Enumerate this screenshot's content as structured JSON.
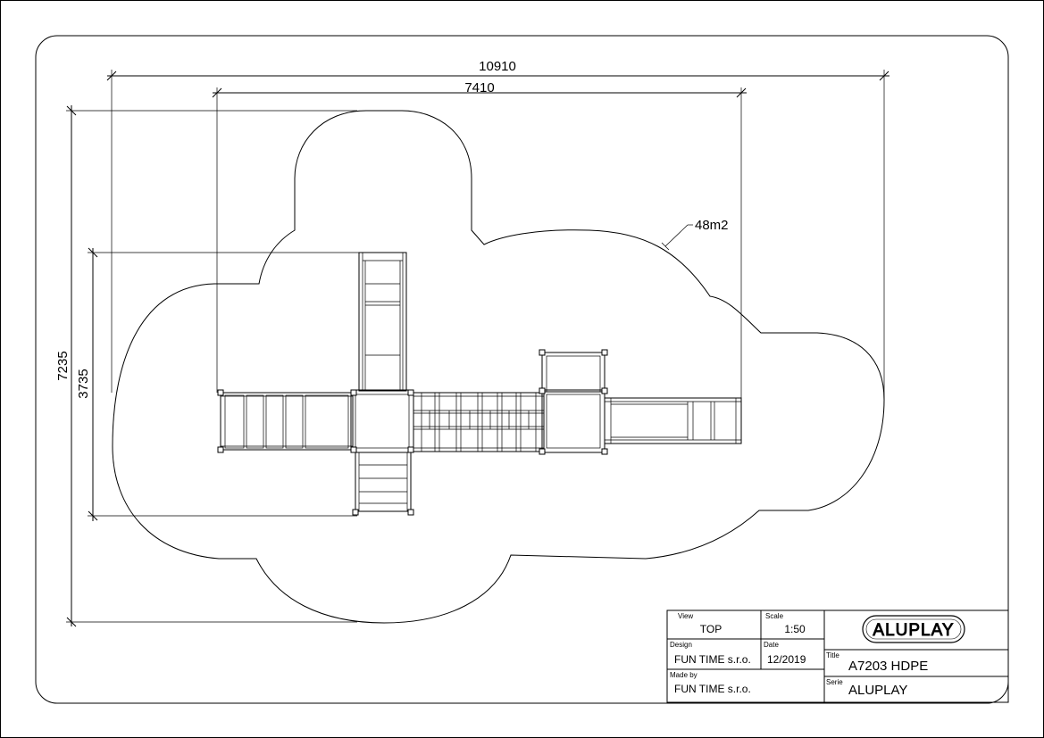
{
  "dimensions": {
    "overall_width": "10910",
    "structure_width": "7410",
    "overall_depth": "7235",
    "structure_depth": "3735",
    "safety_area": "48m2"
  },
  "title_block": {
    "view_label": "View",
    "view_value": "TOP",
    "scale_label": "Scale",
    "scale_value": "1:50",
    "design_label": "Design",
    "design_value": "FUN TIME s.r.o.",
    "date_label": "Date",
    "date_value": "12/2019",
    "madeby_label": "Made by",
    "madeby_value": "FUN TIME s.r.o.",
    "title_label": "Title",
    "title_value": "A7203 HDPE",
    "serie_label": "Serie",
    "serie_value": "ALUPLAY",
    "logo_text": "ALUPLAY"
  }
}
